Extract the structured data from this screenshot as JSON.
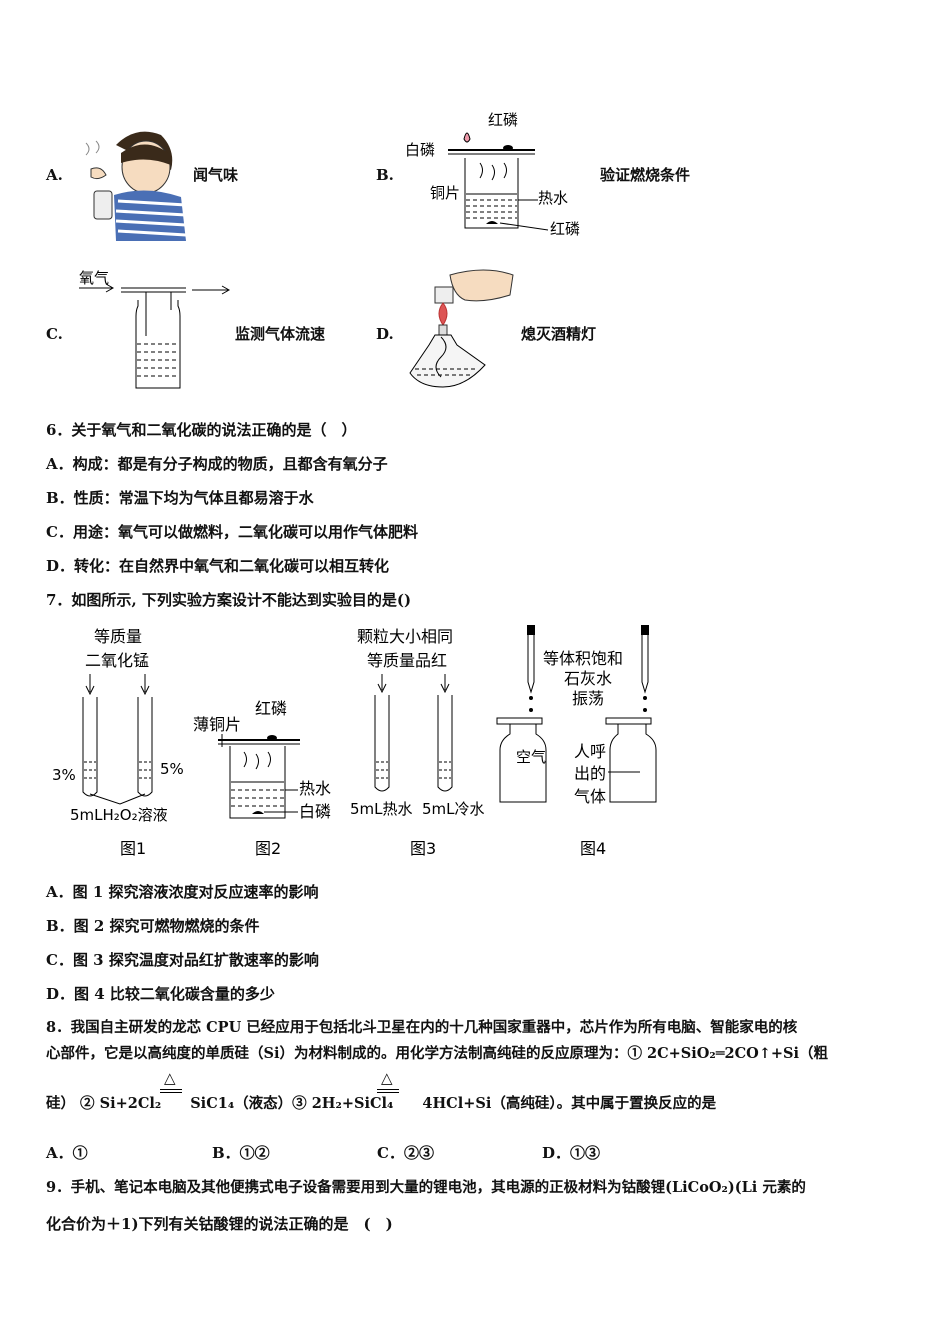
{
  "q5": {
    "A": {
      "letter": "A.",
      "label": "闻气味"
    },
    "B": {
      "letter": "B.",
      "label": "验证燃烧条件",
      "fig": {
        "top": "红磷",
        "left": "白磷",
        "copper": "铜片",
        "water": "热水",
        "bottom": "红磷"
      }
    },
    "C": {
      "letter": "C.",
      "label": "监测气体流速",
      "fig": {
        "gas": "氧气"
      }
    },
    "D": {
      "letter": "D.",
      "label": "熄灭酒精灯"
    }
  },
  "q6": {
    "stem": "6．关于氧气和二氧化碳的说法正确的是（　）",
    "options": [
      "A．构成：都是有分子构成的物质，且都含有氧分子",
      "B．性质：常温下均为气体且都易溶于水",
      "C．用途：氧气可以做燃料，二氧化碳可以用作气体肥料",
      "D．转化：在自然界中氧气和二氧化碳可以相互转化"
    ]
  },
  "q7": {
    "stem": "7．如图所示, 下列实验方案设计不能达到实验目的是()",
    "fig1": {
      "top1": "等质量",
      "top2": "二氧化锰",
      "left": "3%",
      "right": "5%",
      "bottom": "5mLH₂O₂溶液",
      "caption": "图1"
    },
    "fig2": {
      "left": "薄铜片",
      "top": "红磷",
      "water": "热水",
      "bottom": "白磷",
      "caption": "图2"
    },
    "fig3": {
      "top1": "颗粒大小相同",
      "top2": "等质量品红",
      "left": "5mL热水",
      "right": "5mL冷水",
      "caption": "图3"
    },
    "fig4": {
      "top1": "等体积饱和",
      "top2": "石灰水",
      "top3": "振荡",
      "left": "空气",
      "right1": "人呼",
      "right2": "出的",
      "right3": "气体",
      "caption": "图4"
    },
    "options": [
      "A．图 1 探究溶液浓度对反应速率的影响",
      "B．图 2 探究可燃物燃烧的条件",
      "C．图 3 探究温度对品红扩散速率的影响",
      "D．图 4 比较二氧化碳含量的多少"
    ]
  },
  "q8": {
    "line1": "8．我国自主研发的龙芯 CPU 已经应用于包括北斗卫星在内的十几种国家重器中，芯片作为所有电脑、智能家电的核",
    "line2": "心部件，它是以高纯度的单质硅（Si）为材料制成的。用化学方法制高纯硅的反应原理为：① 2C+SiO₂═2CO↑+Si（粗",
    "line3": "硅）  ② Si+2Cl₂　　SiC1₄（液态）③ 2H₂+SiCl₄　　4HCl+Si（高纯硅）。其中属于置换反应的是",
    "delta": "△",
    "options": [
      "A．①",
      "B．①②",
      "C．②③",
      "D．①③"
    ]
  },
  "q9": {
    "line1": "9．手机、笔记本电脑及其他便携式电子设备需要用到大量的锂电池，其电源的正极材料为钴酸锂(LiCoO₂)(Li 元素的",
    "line2": "化合价为＋1)下列有关钴酸锂的说法正确的是　(　)"
  }
}
